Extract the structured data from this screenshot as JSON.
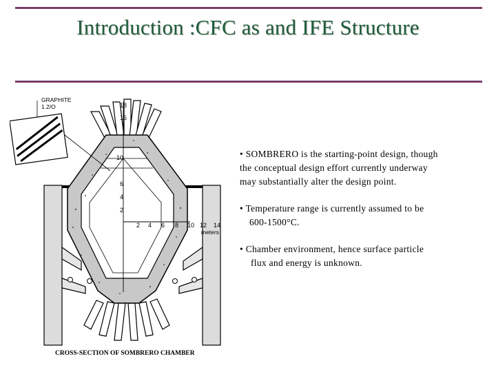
{
  "title": "Introduction :CFC as and IFE Structure",
  "colors": {
    "accent": "#7a3e6c",
    "title": "#1f5c3a"
  },
  "figure": {
    "label_graphite": "GRAPHITE",
    "label_material": "1.2/O",
    "scale_left": [
      "18",
      "16",
      "10",
      "6",
      "4",
      "2"
    ],
    "scale_bottom": [
      "2",
      "4",
      "6",
      "8",
      "10",
      "12",
      "14"
    ],
    "unit": "meters",
    "caption": "CROSS-SECTION OF SOMBRERO CHAMBER"
  },
  "bullets": [
    {
      "line1": "• SOMBRERO is the starting-point design, though",
      "line2": "the conceptual design effort currently underway",
      "line3": "may substantially alter the design point."
    },
    {
      "line1": "• Temperature range is currently assumed to be",
      "line2": "600-1500°C."
    },
    {
      "line1": "• Chamber environment, hence surface particle",
      "line2": "flux and energy is unknown."
    }
  ]
}
